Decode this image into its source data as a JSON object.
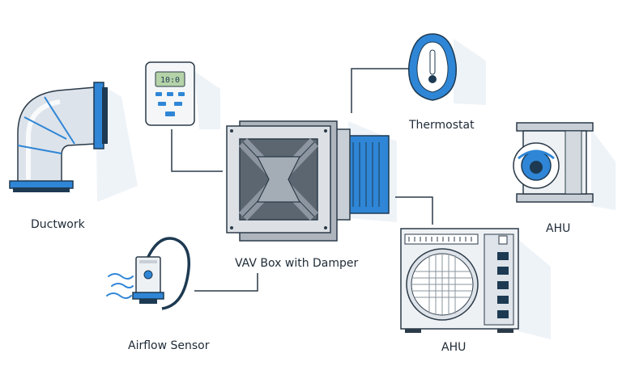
{
  "labels": {
    "ductwork": "Ductwork",
    "thermostat": "Thermostat",
    "ahu_small": "AHU",
    "vav_box": "VAV Box with Damper",
    "airflow_sensor": "Airflow Sensor",
    "ahu_large": "AHU"
  },
  "controller": {
    "display": "10:0"
  },
  "colors": {
    "accent_blue": "#2f86d6",
    "dark_navy": "#1d3a52",
    "metal_gray": "#c9cfd6",
    "line_dark": "#2b3a48",
    "shadow": "#eef3f8"
  },
  "icons": [
    "ductwork-elbow-icon",
    "controller-icon",
    "thermostat-icon",
    "vav-box-icon",
    "ahu-unit-icon",
    "outdoor-unit-icon",
    "airflow-sensor-icon"
  ]
}
